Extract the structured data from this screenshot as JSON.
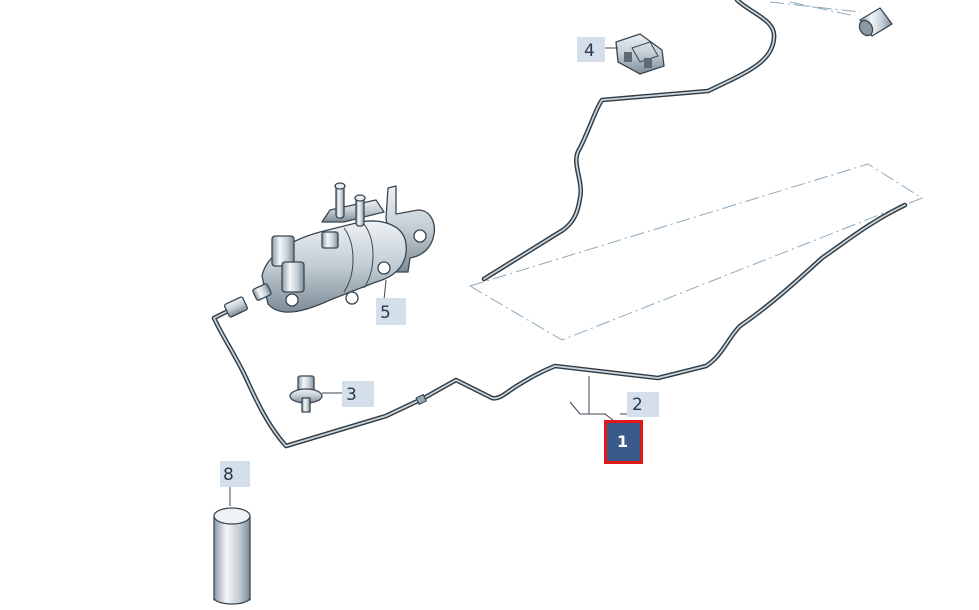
{
  "callouts": {
    "c1": "1",
    "c2": "2",
    "c3": "3",
    "c4": "4",
    "c5": "5",
    "c8": "8"
  },
  "selected_callout": "1",
  "colors": {
    "pipe": "#2e3a44",
    "callout_background": "#d5dfec",
    "selected_fill": "#3a5a8c",
    "selected_border": "#e01818",
    "dash_outline": "#8fa9bb"
  }
}
